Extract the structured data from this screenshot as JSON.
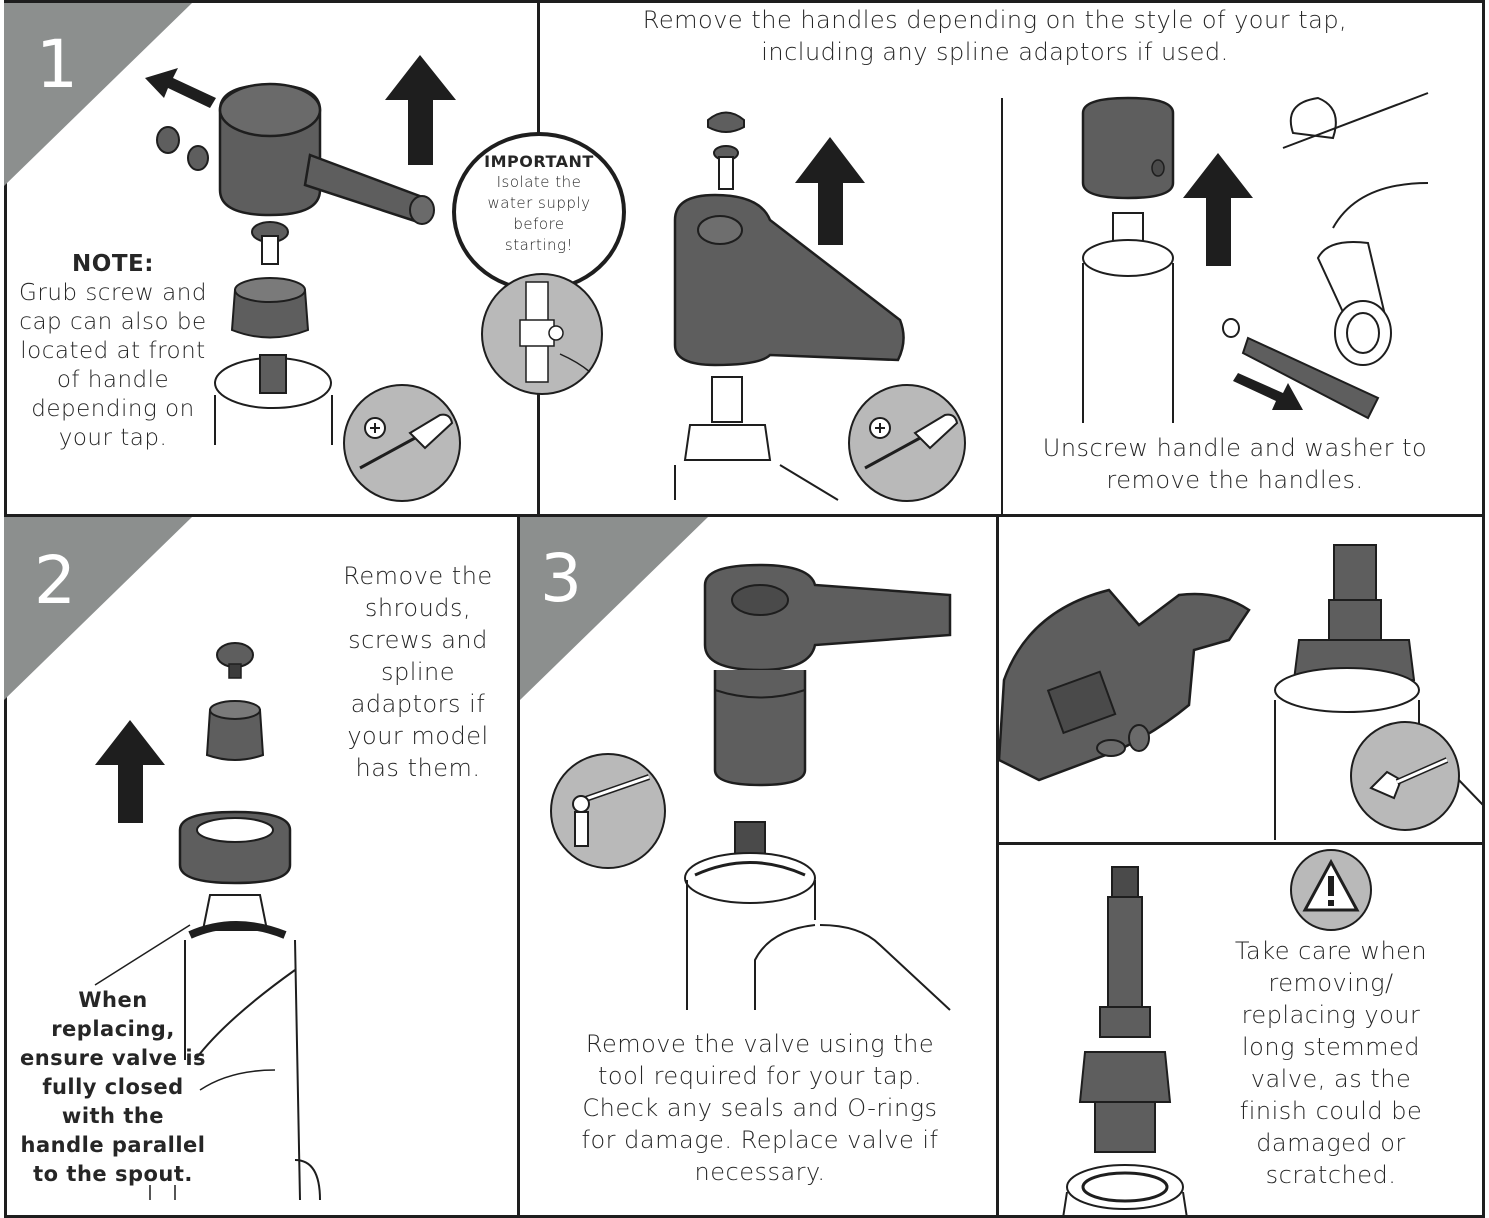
{
  "steps": {
    "step1": {
      "number": "1"
    },
    "step2": {
      "number": "2"
    },
    "step3": {
      "number": "3"
    }
  },
  "panel1": {
    "note_title": "NOTE:",
    "note_body": "Grub screw and cap can also be located at front of handle depending on your tap.",
    "important_title": "IMPORTANT",
    "important_body": "Isolate the\nwater supply\nbefore\nstarting!"
  },
  "panel_top_right": {
    "heading": "Remove the handles depending on the style of your tap, including any spline adaptors if used.",
    "caption": "Unscrew handle and washer to remove the handles."
  },
  "panel2": {
    "instruction": "Remove the shrouds, screws and spline adaptors if your model has them.",
    "warning": "When replacing, ensure valve is fully closed with the handle parallel to the spout."
  },
  "panel3": {
    "instruction": "Remove the valve using the tool required for your tap. Check any seals and O-rings for damage. Replace valve if necessary."
  },
  "panel_bottom_right": {
    "caution": "Take care when removing/ replacing your long stemmed valve, as the finish could be damaged or scratched."
  },
  "colors": {
    "border": "#1e1e1e",
    "step_triangle": "#8c8f8e",
    "part_dark": "#5e5e5e",
    "tool_circle": "#b9b9b9"
  },
  "icons": [
    "arrow-up-icon",
    "arrow-left-icon",
    "arrow-down-right-icon",
    "screwdriver-icon",
    "wrench-icon",
    "socket-wrench-icon",
    "warning-triangle-icon",
    "valve-icon",
    "tap-handle-icon"
  ]
}
